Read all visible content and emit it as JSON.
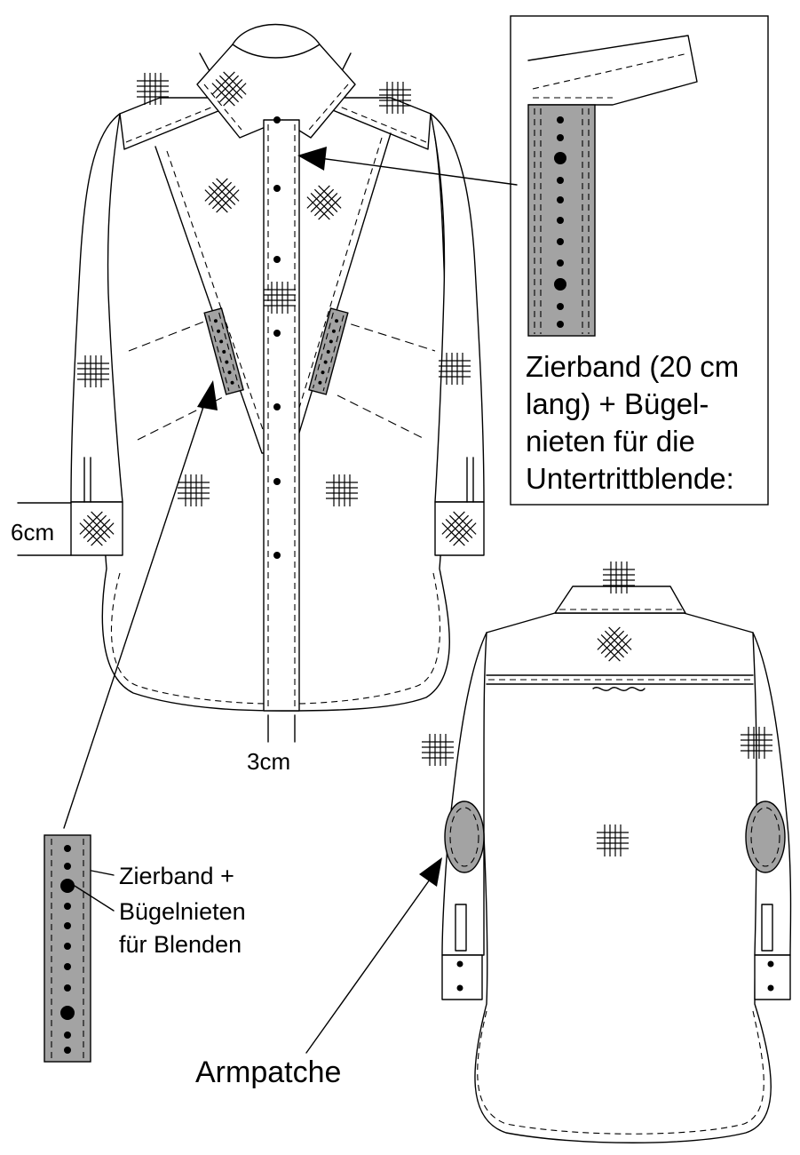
{
  "labels": {
    "cuff_width": "6cm",
    "placket_width": "3cm",
    "inset_note": [
      "Zierband (20 cm",
      "lang) + Bügel-",
      "nieten für die",
      "Untertrittblende:"
    ],
    "swatch_note": [
      "Zierband +",
      "Bügelnieten",
      "für Blenden"
    ],
    "armpatch": "Armpatche"
  },
  "colors": {
    "line": "#000000",
    "trim_fill": "#a3a3a3",
    "background": "#ffffff"
  }
}
